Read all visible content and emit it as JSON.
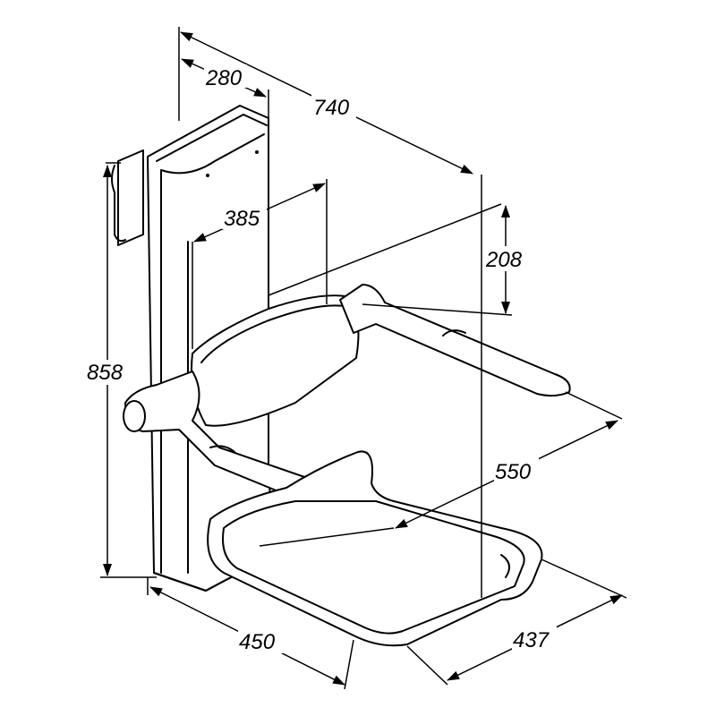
{
  "title": "Folding shower seat with armrests – dimension drawing",
  "dimensions": {
    "wall_depth": "280",
    "total_depth": "740",
    "armrest_inner": "385",
    "armrest_height": "208",
    "height": "858",
    "seat_depth": "550",
    "seat_width": "450",
    "seat_front_width": "437"
  },
  "colors": {
    "line": "#000000",
    "background": "#ffffff"
  }
}
